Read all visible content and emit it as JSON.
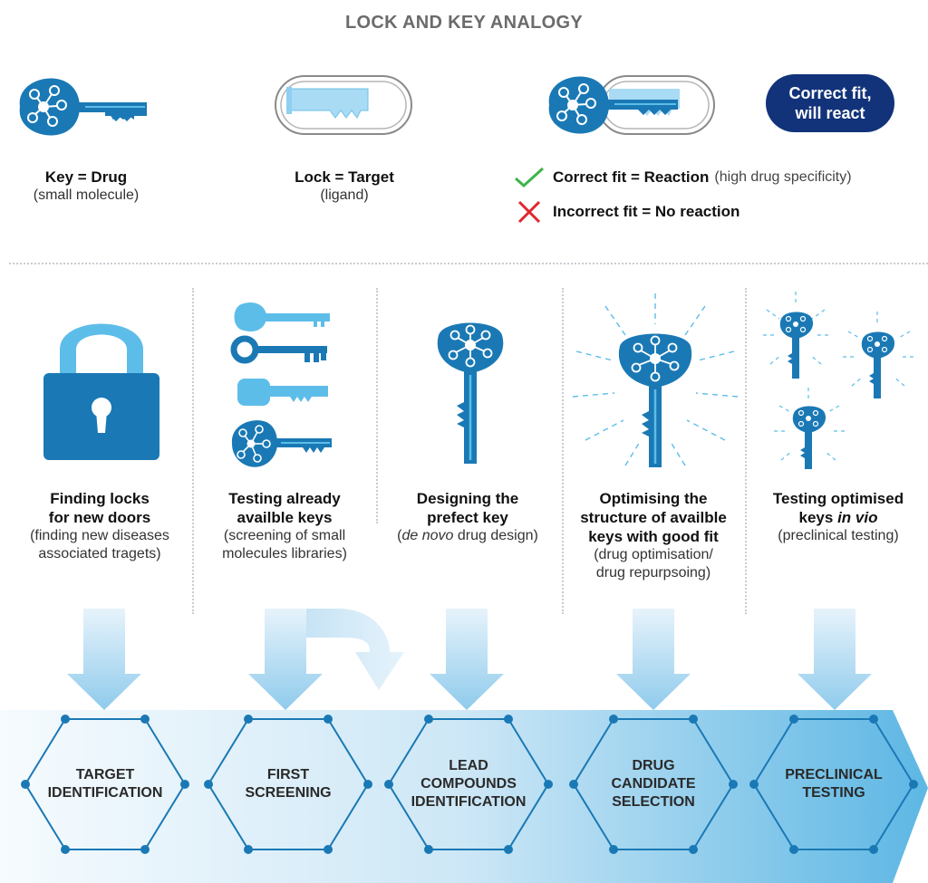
{
  "title": "LOCK AND KEY ANALOGY",
  "analogy": {
    "key": {
      "bold": "Key = Drug",
      "sub": "(small molecule)"
    },
    "lock": {
      "bold": "Lock = Target",
      "sub": "(ligand)"
    },
    "fit_badge": {
      "line1": "Correct fit,",
      "line2": "will react"
    },
    "legend": [
      {
        "icon": "check-icon",
        "bold": "Correct fit = Reaction",
        "note": "(high drug specificity)",
        "color": "#3cb54a"
      },
      {
        "icon": "cross-icon",
        "bold": "Incorrect fit = No reaction",
        "note": "",
        "color": "#e0262f"
      }
    ]
  },
  "steps": [
    {
      "title1": "Finding locks",
      "title2": "for new doors",
      "title3": "",
      "sub1": "(finding new diseases",
      "sub2": "associated tragets)"
    },
    {
      "title1": "Testing already",
      "title2": "availble keys",
      "title3": "",
      "sub1": "(screening of small",
      "sub2": "molecules libraries)"
    },
    {
      "title1": "Designing the",
      "title2": "prefect key",
      "title3": "",
      "sub_italic": "de novo",
      "sub_rest": " drug design)"
    },
    {
      "title1": "Optimising the",
      "title2": "structure of availble",
      "title3": "keys with good fit",
      "sub1": "(drug optimisation/",
      "sub2": "drug repurpsoing)"
    },
    {
      "title1": "Testing optimised",
      "title2_plain": "keys ",
      "title2_italic": "in vio",
      "sub1": "(preclinical testing)"
    }
  ],
  "stages": [
    {
      "line1": "TARGET",
      "line2": "IDENTIFICATION",
      "line3": ""
    },
    {
      "line1": "FIRST",
      "line2": "SCREENING",
      "line3": ""
    },
    {
      "line1": "LEAD",
      "line2": "COMPOUNDS",
      "line3": "IDENTIFICATION"
    },
    {
      "line1": "DRUG",
      "line2": "CANDIDATE",
      "line3": "SELECTION"
    },
    {
      "line1": "PRECLINICAL",
      "line2": "TESTING",
      "line3": ""
    }
  ],
  "colors": {
    "primary": "#1a79b5",
    "light": "#5dbde9",
    "navy": "#12337a",
    "check": "#3cb54a",
    "cross": "#e0262f"
  }
}
